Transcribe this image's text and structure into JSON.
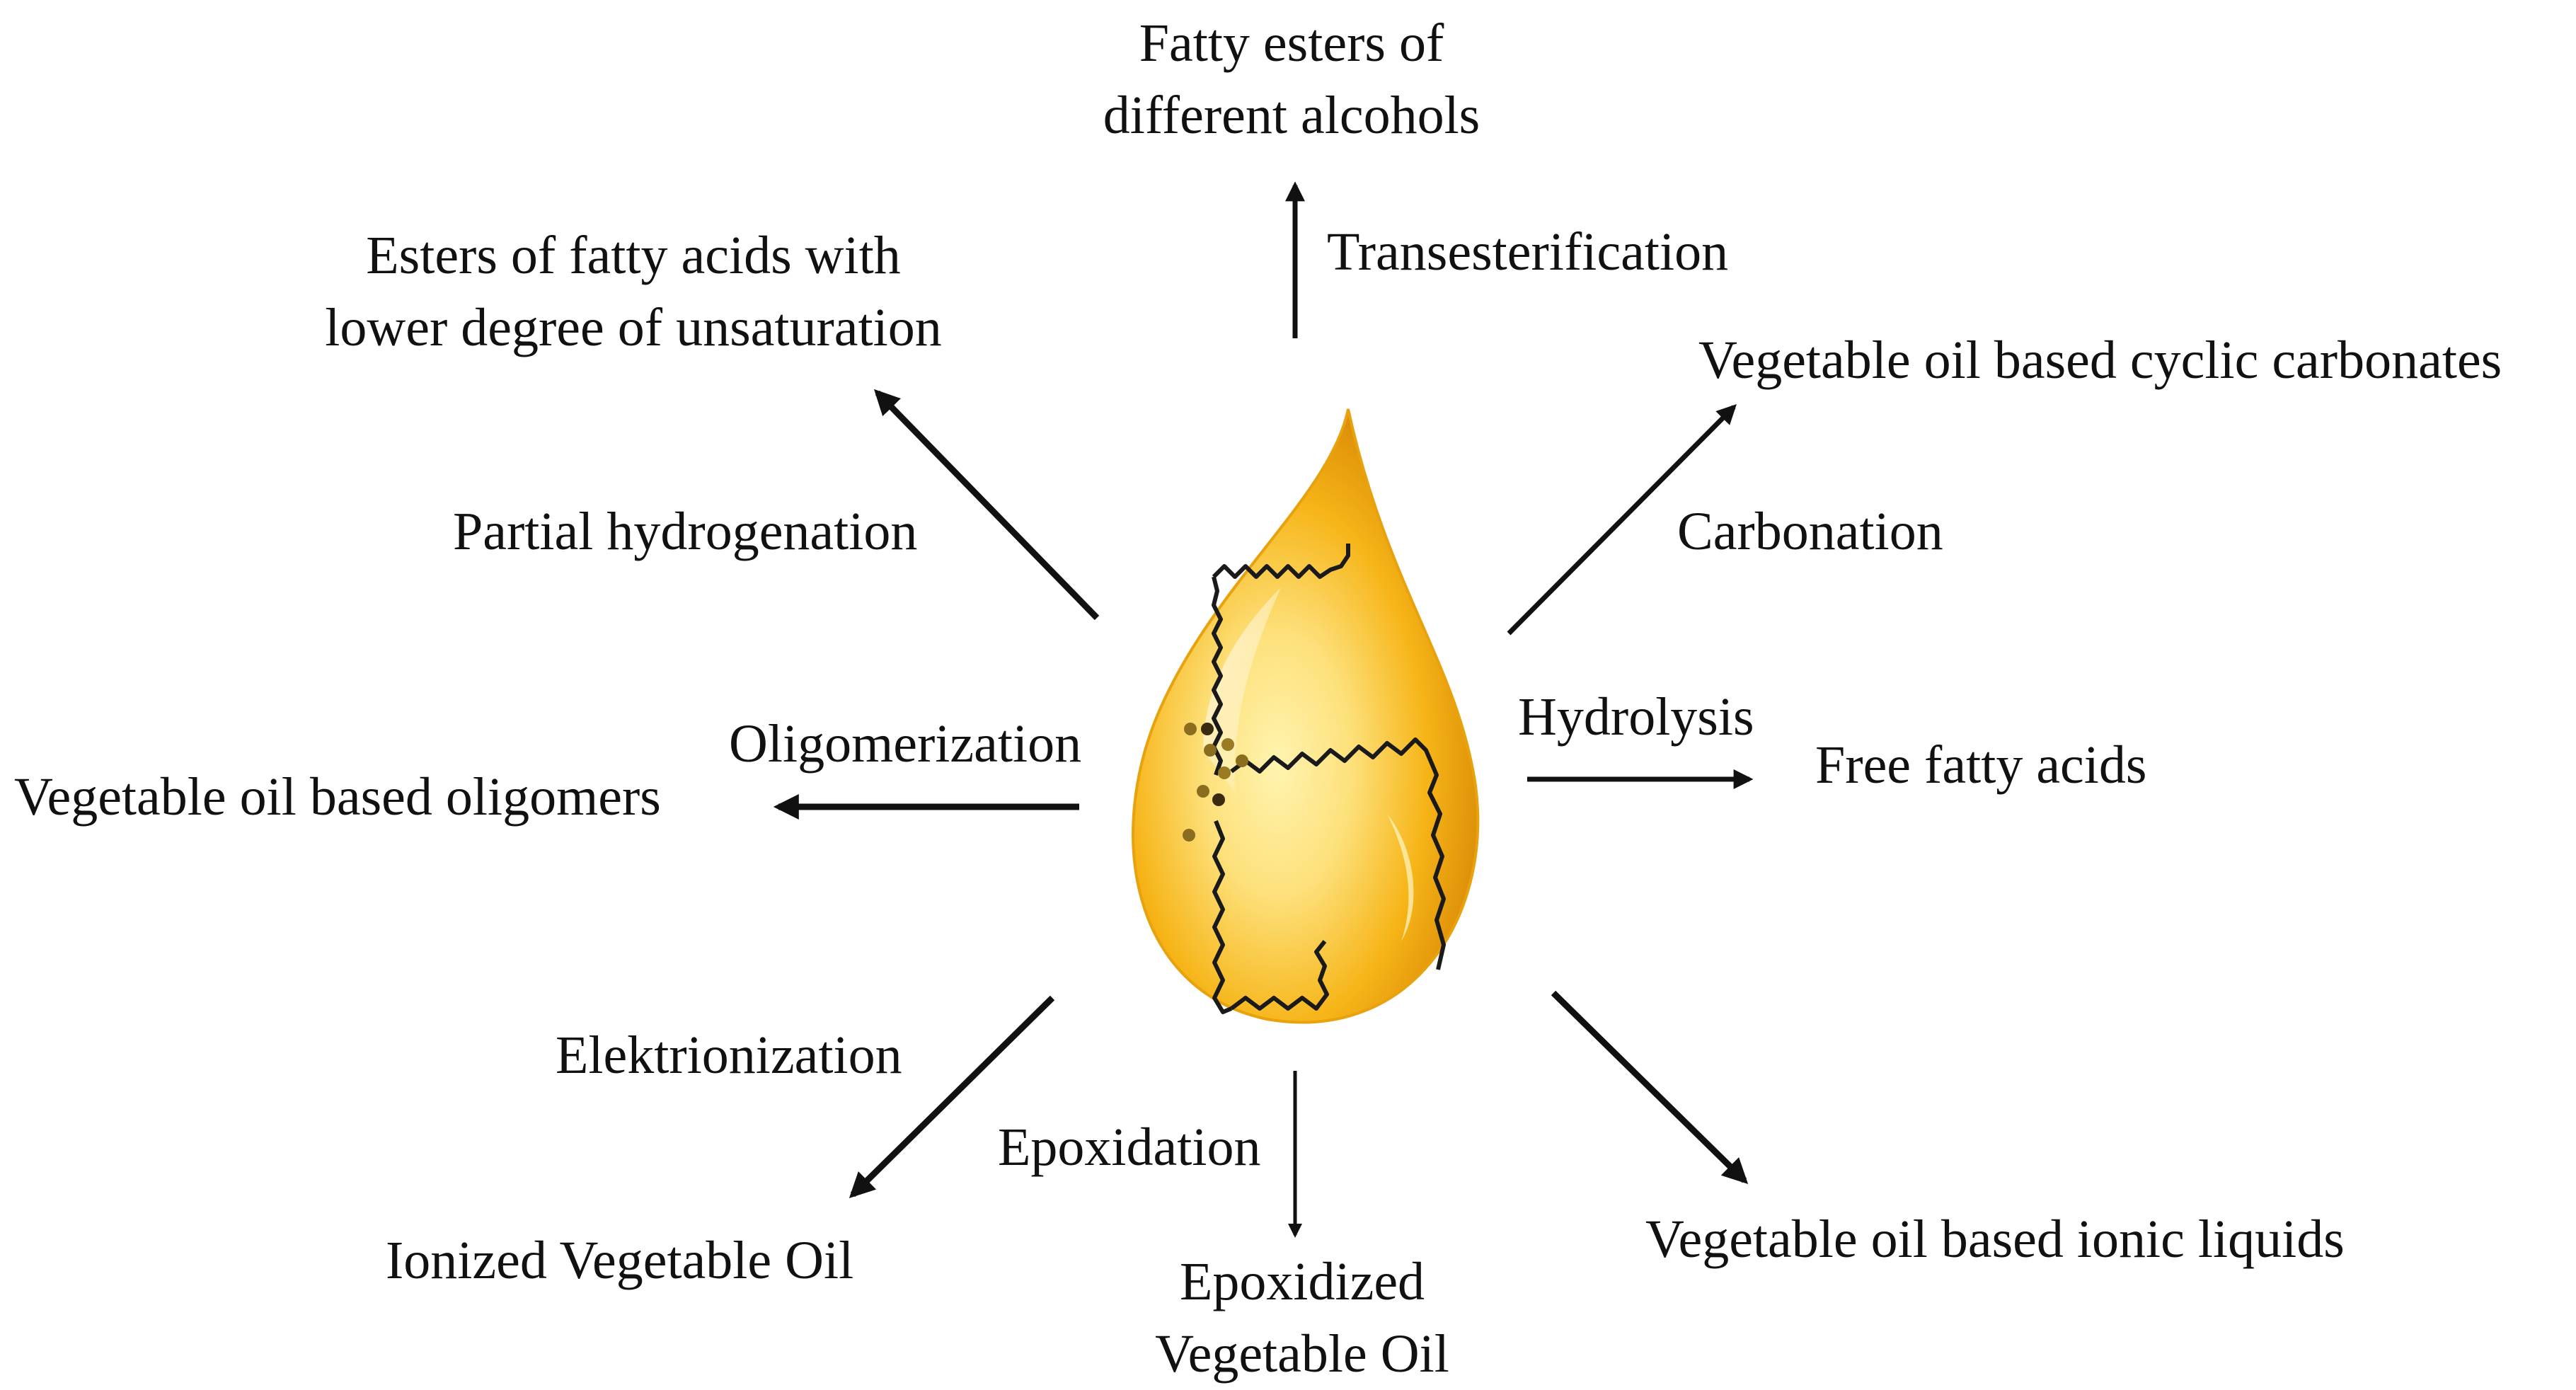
{
  "center": {
    "icon": "oil-drop-icon",
    "colors": {
      "drop_light": "#fde07a",
      "drop_mid": "#f6b417",
      "drop_dark": "#d98a06",
      "chain": "#1a1a1a"
    }
  },
  "products": {
    "top": [
      "Fatty esters of",
      "different alcohols"
    ],
    "top_left": [
      "Esters of fatty acids with",
      "lower degree of unsaturation"
    ],
    "top_right": "Vegetable oil based cyclic carbonates",
    "left": "Vegetable oil based oligomers",
    "right": "Free fatty acids",
    "bottom_left": "Ionized Vegetable Oil",
    "bottom": [
      "Epoxidized",
      "Vegetable Oil"
    ],
    "bottom_right": "Vegetable oil based ionic liquids"
  },
  "reactions": {
    "transesterification": "Transesterification",
    "partial_hydrogenation": "Partial hydrogenation",
    "carbonation": "Carbonation",
    "oligomerization": "Oligomerization",
    "hydrolysis": "Hydrolysis",
    "elektrionization": "Elektrionization",
    "epoxidation": "Epoxidation"
  }
}
